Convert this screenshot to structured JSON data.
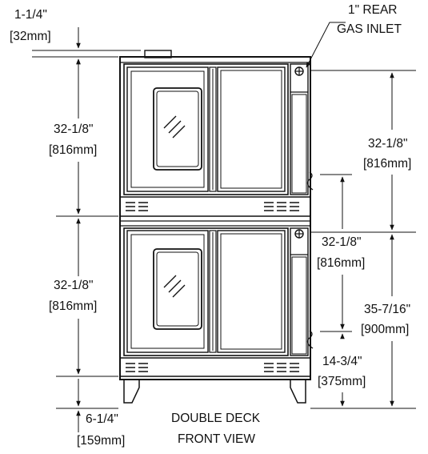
{
  "top_clearance": {
    "imperial": "1-1/4\"",
    "metric": "[32mm]"
  },
  "gas_inlet": {
    "line1": "1\" REAR",
    "line2": "GAS INLET"
  },
  "upper_deck_left": {
    "imperial": "32-1/8\"",
    "metric": "[816mm]"
  },
  "upper_deck_right": {
    "imperial": "32-1/8\"",
    "metric": "[816mm]"
  },
  "lower_deck_left": {
    "imperial": "32-1/8\"",
    "metric": "[816mm]"
  },
  "middle_right": {
    "imperial": "32-1/8\"",
    "metric": "[816mm]"
  },
  "inlet_height": {
    "imperial": "35-7/16\"",
    "metric": "[900mm]"
  },
  "lower_connection": {
    "imperial": "14-3/4\"",
    "metric": "[375mm]"
  },
  "leg_height": {
    "imperial": "6-1/4\"",
    "metric": "[159mm]"
  },
  "caption": {
    "line1": "DOUBLE DECK",
    "line2": "FRONT VIEW"
  }
}
